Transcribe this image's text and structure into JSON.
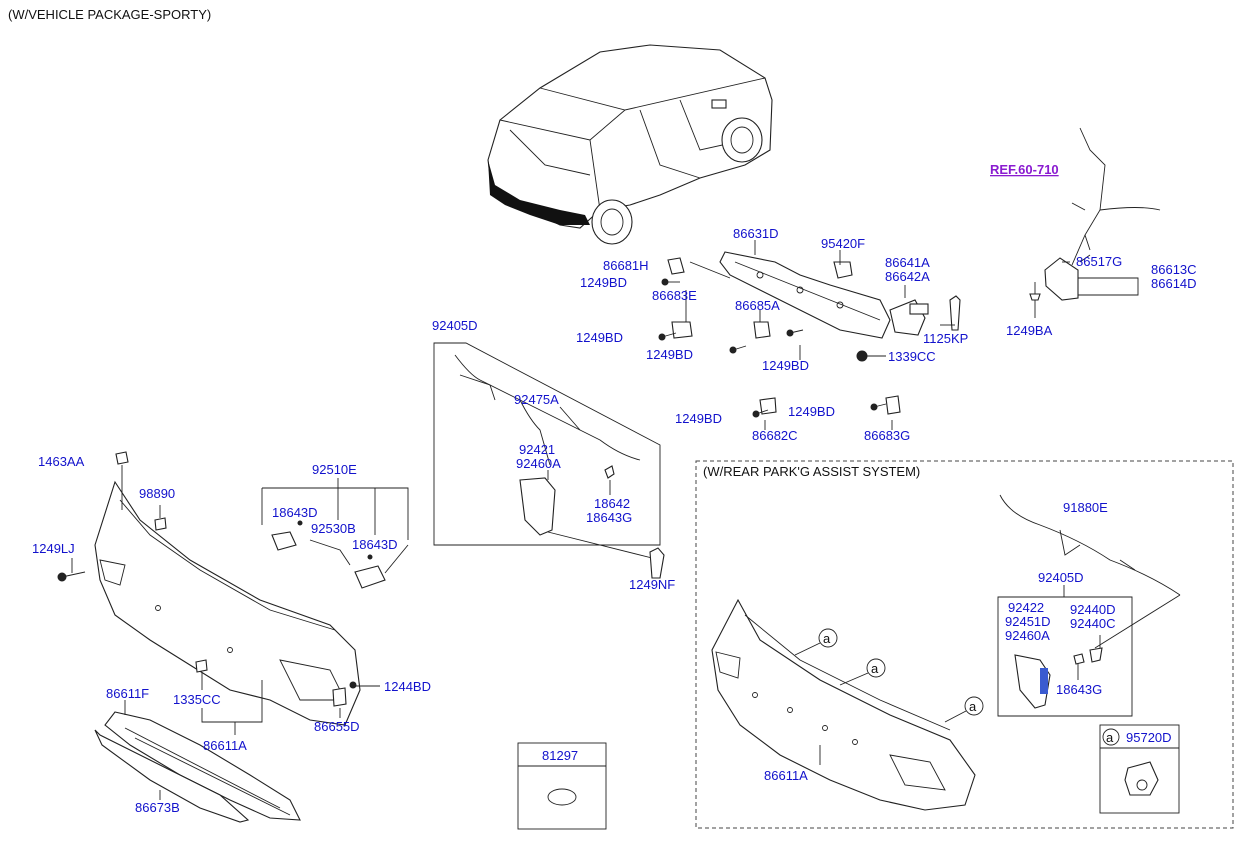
{
  "diagram_title": "(W/VEHICLE PACKAGE-SPORTY)",
  "reference": "REF.60-710",
  "inset": {
    "title": "(W/REAR PARK'G ASSIST SYSTEM)",
    "circle_marker": "a",
    "circle_part": "95720D",
    "labels": [
      "91880E",
      "92405D",
      "92422",
      "92451D",
      "92460A",
      "92440D",
      "92440C",
      "18643G",
      "86611A"
    ]
  },
  "legend_box": {
    "part": "81297"
  },
  "labels": {
    "l_86631D": "86631D",
    "l_95420F": "95420F",
    "l_86641A": "86641A",
    "l_86642A": "86642A",
    "l_86681H": "86681H",
    "l_1249BD_a": "1249BD",
    "l_86683E": "86683E",
    "l_86685A": "86685A",
    "l_1249BD_b": "1249BD",
    "l_1249BD_c": "1249BD",
    "l_1249BD_d": "1249BD",
    "l_1125KP": "1125KP",
    "l_1339CC": "1339CC",
    "l_1249BD_e": "1249BD",
    "l_86682C": "86682C",
    "l_1249BD_f": "1249BD",
    "l_86683G": "86683G",
    "l_86517G": "86517G",
    "l_86613C": "86613C",
    "l_86614D": "86614D",
    "l_1249BA": "1249BA",
    "l_92405D": "92405D",
    "l_92475A": "92475A",
    "l_92421": "92421",
    "l_92460A": "92460A",
    "l_18642": "18642",
    "l_18643G": "18643G",
    "l_1249NF": "1249NF",
    "l_1463AA": "1463AA",
    "l_98890": "98890",
    "l_1249LJ": "1249LJ",
    "l_92510E": "92510E",
    "l_18643D_a": "18643D",
    "l_92530B": "92530B",
    "l_18643D_b": "18643D",
    "l_1244BD": "1244BD",
    "l_86655D": "86655D",
    "l_86611F": "86611F",
    "l_1335CC": "1335CC",
    "l_86611A": "86611A",
    "l_86673B": "86673B"
  }
}
